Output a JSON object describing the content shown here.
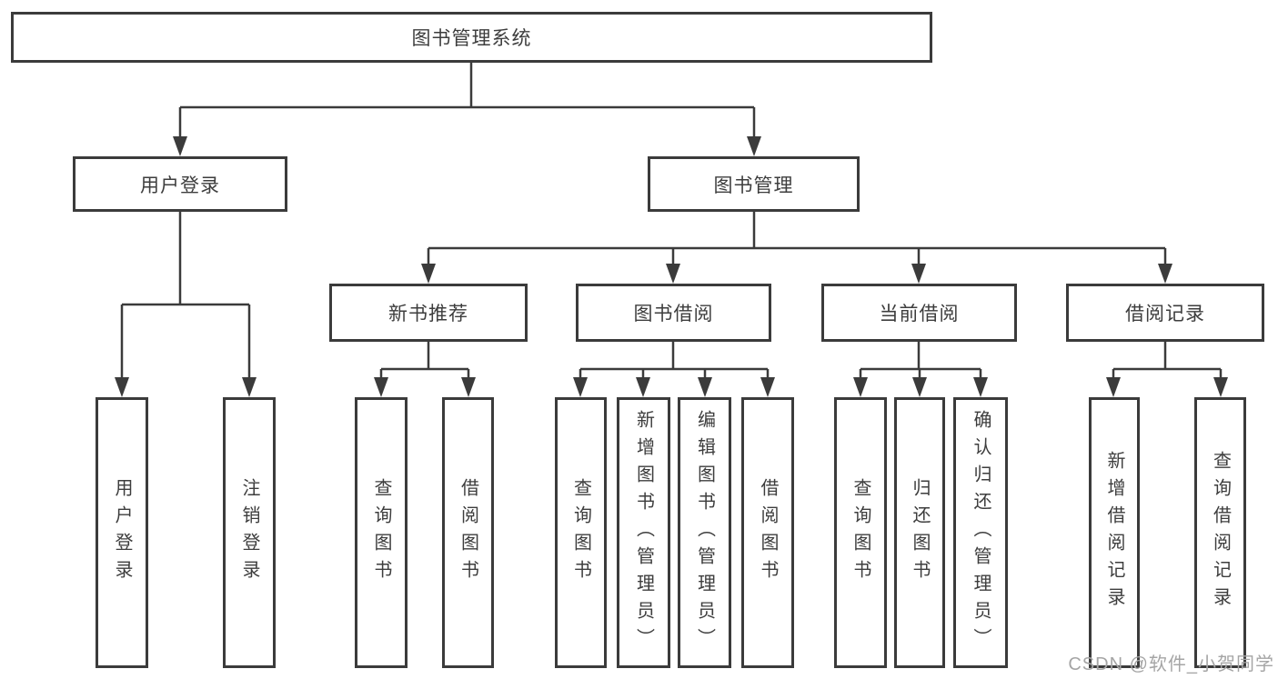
{
  "diagram": {
    "title_node": {
      "label": "图书管理系统"
    },
    "level2": [
      {
        "id": "user-login",
        "label": "用户登录"
      },
      {
        "id": "book-management",
        "label": "图书管理"
      }
    ],
    "level3": [
      {
        "id": "new-book-recommend",
        "label": "新书推荐"
      },
      {
        "id": "book-borrow",
        "label": "图书借阅"
      },
      {
        "id": "current-borrow",
        "label": "当前借阅"
      },
      {
        "id": "borrow-record",
        "label": "借阅记录"
      }
    ],
    "leaves": {
      "user_login": [
        "用户登录",
        "注销登录"
      ],
      "new_book_recommend": [
        "查询图书",
        "借阅图书"
      ],
      "book_borrow": [
        "查询图书",
        "新增图书（管理员）",
        "编辑图书（管理员）",
        "借阅图书"
      ],
      "current_borrow": [
        "查询图书",
        "归还图书",
        "确认归还（管理员）"
      ],
      "borrow_record": [
        "新增借阅记录",
        "查询借阅记录"
      ]
    },
    "colors": {
      "line": "#3b3b3b",
      "text": "#3d3d3d",
      "background": "#ffffff",
      "watermark": "#a5a5a5"
    },
    "watermark": "CSDN @软件_小贺同学"
  }
}
